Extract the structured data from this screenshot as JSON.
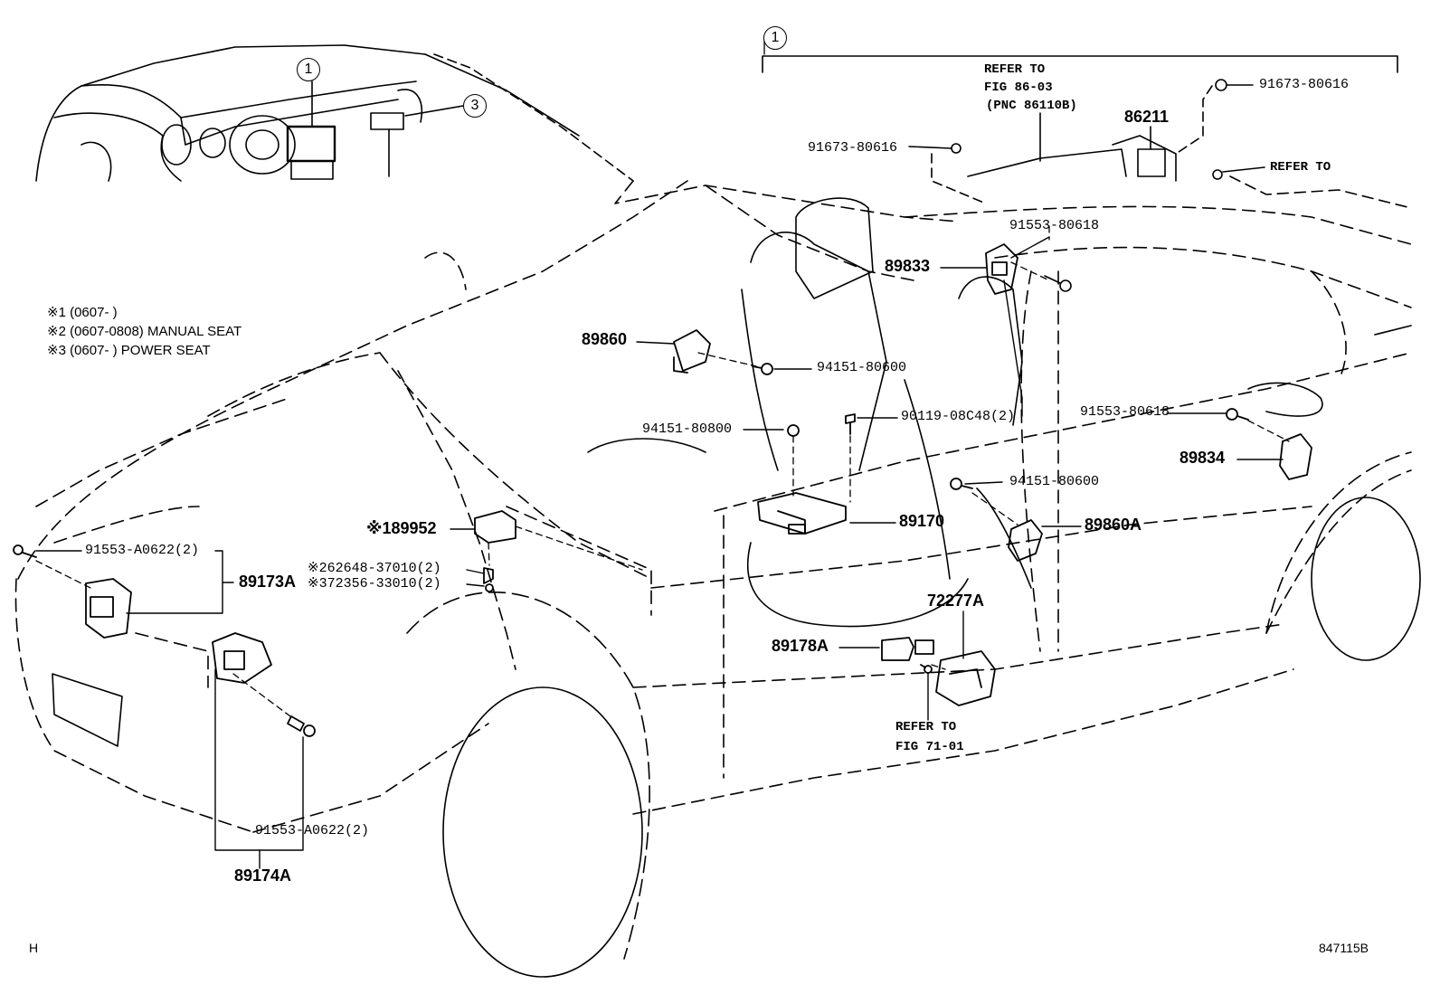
{
  "callouts": {
    "kit_no": "1",
    "inset_1": "1",
    "inset_3": "3"
  },
  "notes": [
    "※1 (0607-     )",
    "※2 (0607-0808) MANUAL SEAT",
    "※3 (0607-     ) POWER SEAT"
  ],
  "refer_top": [
    "REFER TO",
    "FIG 86-03",
    "(PNC 86110B)"
  ],
  "refer_right": "REFER TO",
  "refer_bottom": [
    "REFER TO",
    "FIG 71-01"
  ],
  "parts": {
    "p91673_top": "91673-80616",
    "p91673_left": "91673-80616",
    "p86211": "86211",
    "p91553_80618_top": "91553-80618",
    "p89833": "89833",
    "p89860": "89860",
    "p94151_80600_top": "94151-80600",
    "p94151_80800": "94151-80800",
    "p90119": "90119-08C48(2)",
    "p91553_80618_right": "91553-80618",
    "p89834": "89834",
    "p94151_80600_right": "94151-80600",
    "p89170": "89170",
    "p89860A": "89860A",
    "p89952": "※189952",
    "p62648": "※262648-37010(2)",
    "p72356": "※372356-33010(2)",
    "p91553_A0622_top": "91553-A0622(2)",
    "p89173A": "89173A",
    "p72277A": "72277A",
    "p89178A": "89178A",
    "p91553_A0622_bottom": "91553-A0622(2)",
    "p89174A": "89174A"
  },
  "corner_left": "H",
  "corner_right": "847115B"
}
